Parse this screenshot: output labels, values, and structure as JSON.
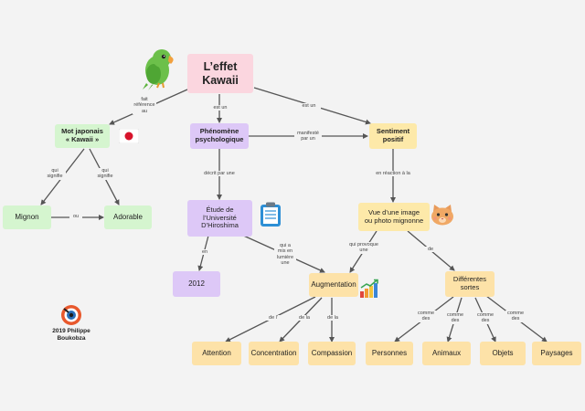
{
  "nodes": {
    "main": "L’effet\nKawaii",
    "mot_japonais": "Mot japonais\n« Kawaii »",
    "phenomene": "Phénomène\npsychologique",
    "sentiment": "Sentiment\npositif",
    "mignon": "Mignon",
    "adorable": "Adorable",
    "etude": "Étude de\nl’Université\nD’Hiroshima",
    "vue": "Vue d’une image\nou photo mignonne",
    "annee": "2012",
    "augmentation": "Augmentation",
    "differentes": "Différentes\nsortes",
    "attention": "Attention",
    "concentration": "Concentration",
    "compassion": "Compassion",
    "personnes": "Personnes",
    "animaux": "Animaux",
    "objets": "Objets",
    "paysages": "Paysages"
  },
  "labels": {
    "fait_reference": "fait\nréférence\nau",
    "est_un_1": "est un",
    "est_un_2": "est un",
    "manifeste": "manifesté\npar un",
    "qui_signifie_1": "qui\nsignifie",
    "qui_signifie_2": "qui\nsignifie",
    "ou": "ou",
    "decrit": "décrit par une",
    "en_reaction": "en réaction à la",
    "en": "en",
    "qui_a_mis": "qui a\nmis en\nlumière\nune",
    "qui_provoque": "qui provoque\nune",
    "de": "de",
    "de_l": "de l'",
    "de_la_1": "de la",
    "de_la_2": "de la",
    "comme_des_1": "comme\ndes",
    "comme_des_2": "comme\ndes",
    "comme_des_3": "comme\ndes",
    "comme_des_4": "comme\ndes"
  },
  "credit": "2019 Philippe\nBoukobza",
  "icons": [
    "parrot-icon",
    "japan-flag-icon",
    "clipboard-icon",
    "cat-face-icon",
    "bar-chart-icon",
    "author-logo-icon"
  ],
  "colors": {
    "pink": "#fbd6df",
    "purple": "#ddc8f7",
    "yellow": "#fde9a9",
    "green": "#d5f5cf",
    "orange": "#fde2a8",
    "line": "#555555"
  }
}
